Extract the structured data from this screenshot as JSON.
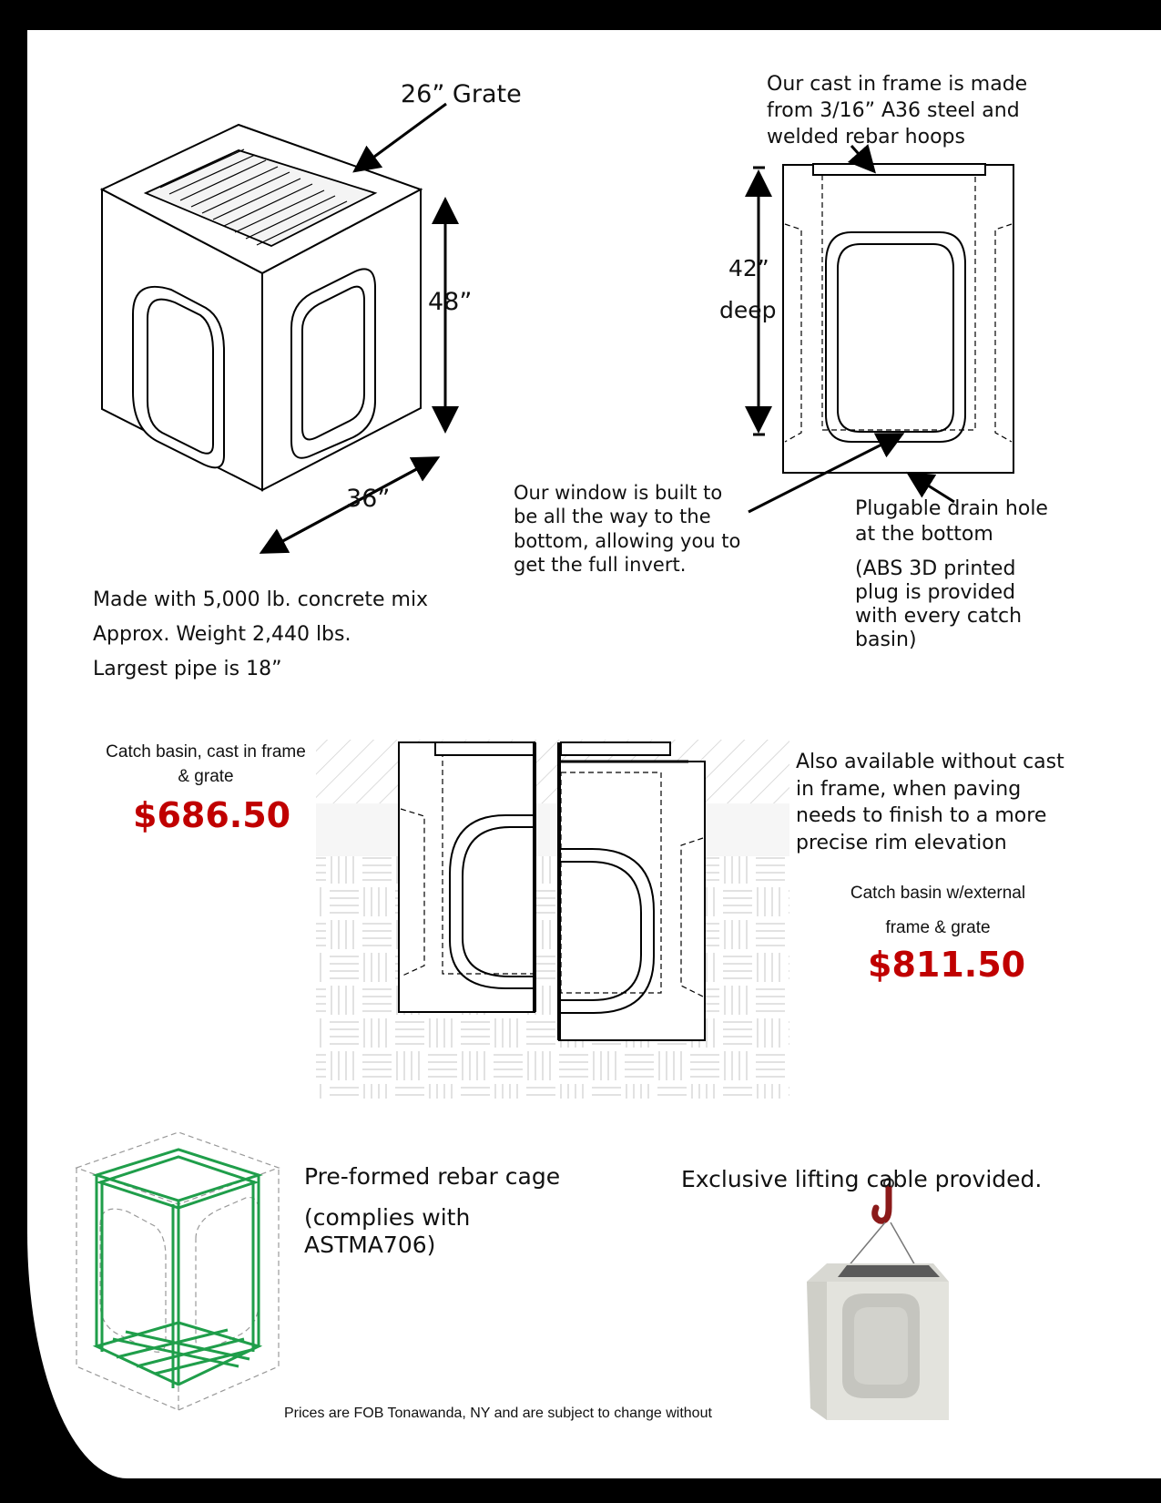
{
  "labels": {
    "grate": "26” Grate",
    "height": "48”",
    "width": "36”",
    "depth_line1": "42”",
    "depth_line2": "deep",
    "frame_note": [
      "Our cast in frame is made",
      "from 3/16” A36 steel and",
      "welded rebar hoops"
    ],
    "window_note": [
      "Our window is built to",
      "be all the way to the",
      "bottom, allowing you to",
      "get the full invert."
    ],
    "drain_note": [
      "Plugable drain hole",
      "at the bottom"
    ],
    "plug_note": [
      "(ABS 3D printed",
      "plug is provided",
      "with every catch",
      "basin)"
    ],
    "specs": [
      "Made with 5,000 lb. concrete mix",
      "Approx. Weight  2,440 lbs.",
      "Largest pipe is 18”"
    ],
    "cast_in": {
      "caption": [
        "Catch basin, cast in frame",
        "& grate"
      ],
      "price": "$686.50"
    },
    "external": {
      "note": [
        "Also available without cast",
        "in frame, when paving",
        "needs to finish to a more",
        "precise rim elevation"
      ],
      "caption": [
        "Catch basin w/external",
        "frame & grate"
      ],
      "price": "$811.50"
    },
    "rebar": [
      "Pre-formed rebar cage",
      "(complies with",
      "ASTMA706)"
    ],
    "lifting": "Exclusive lifting cable provided.",
    "footer": "Prices are FOB Tonawanda, NY and are subject to change without"
  },
  "colors": {
    "price": "#c00000",
    "rebar": "#1f9e4a",
    "hook": "#8b1a1a",
    "sheet": "#ffffff",
    "border": "#000000"
  },
  "icons": [
    "lifting-hook-icon"
  ]
}
